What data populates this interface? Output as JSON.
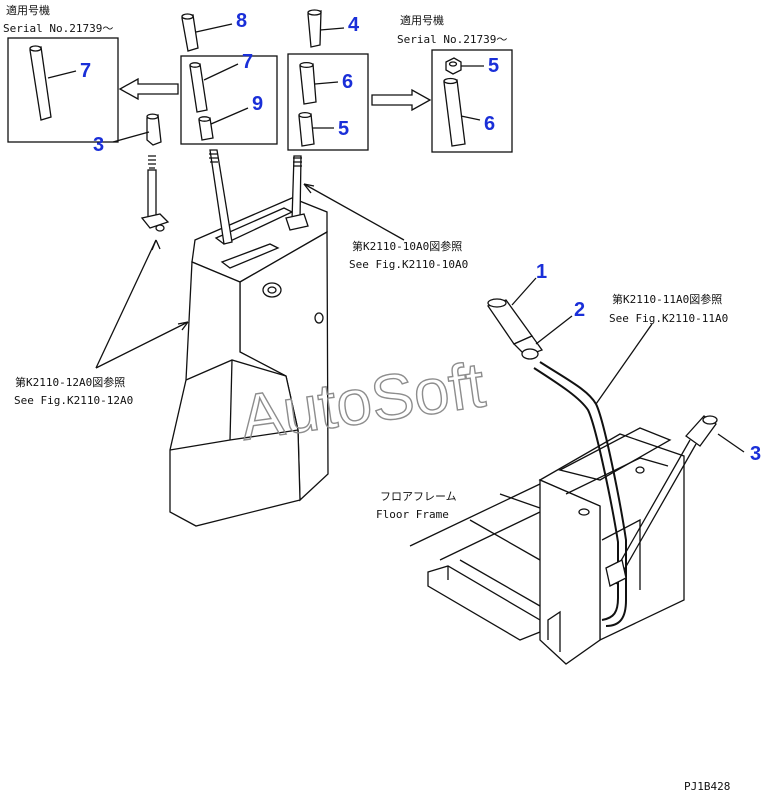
{
  "applies_label": "適用号機",
  "serial_left": "Serial No.21739～",
  "serial_right": "Serial No.21739～",
  "ref_10A0_jp": "第K2110-10A0図参照",
  "ref_10A0_en": "See Fig.K2110-10A0",
  "ref_11A0_jp": "第K2110-11A0図参照",
  "ref_11A0_en": "See Fig.K2110-11A0",
  "ref_12A0_jp": "第K2110-12A0図参照",
  "ref_12A0_en": "See Fig.K2110-12A0",
  "floor_frame_jp": "フロアフレーム",
  "floor_frame_en": "Floor Frame",
  "watermark": "AutoSoft",
  "drawing_code": "PJ1B428",
  "callouts": {
    "c1": "1",
    "c2": "2",
    "c3a": "3",
    "c3b": "3",
    "c4": "4",
    "c5a": "5",
    "c5b": "5",
    "c6a": "6",
    "c6b": "6",
    "c7a": "7",
    "c7b": "7",
    "c8": "8",
    "c9": "9"
  },
  "colors": {
    "callout": "#1a2fd8",
    "line": "#111111",
    "watermark": "#8d8d8d"
  }
}
